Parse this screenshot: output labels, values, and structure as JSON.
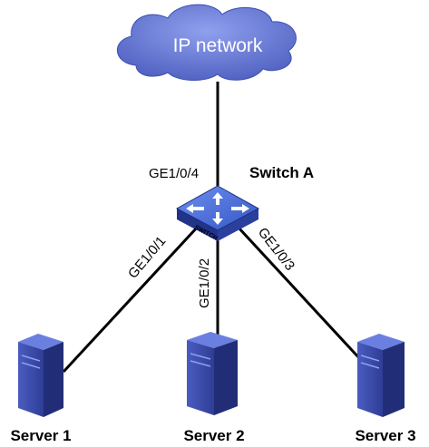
{
  "network": {
    "label": "IP network"
  },
  "switch": {
    "name": "Switch A",
    "badge": "SWITCH"
  },
  "ports": {
    "uplink": "GE1/0/4",
    "p1": "GE1/0/1",
    "p2": "GE1/0/2",
    "p3": "GE1/0/3"
  },
  "servers": [
    "Server 1",
    "Server 2",
    "Server 3"
  ],
  "colors": {
    "cloud": "#5b6fc9",
    "switch_top": "#4a6fd6",
    "switch_side": "#2b3f9c",
    "server_front": "#3b4ba8",
    "server_side": "#222d78",
    "link": "#000000"
  }
}
